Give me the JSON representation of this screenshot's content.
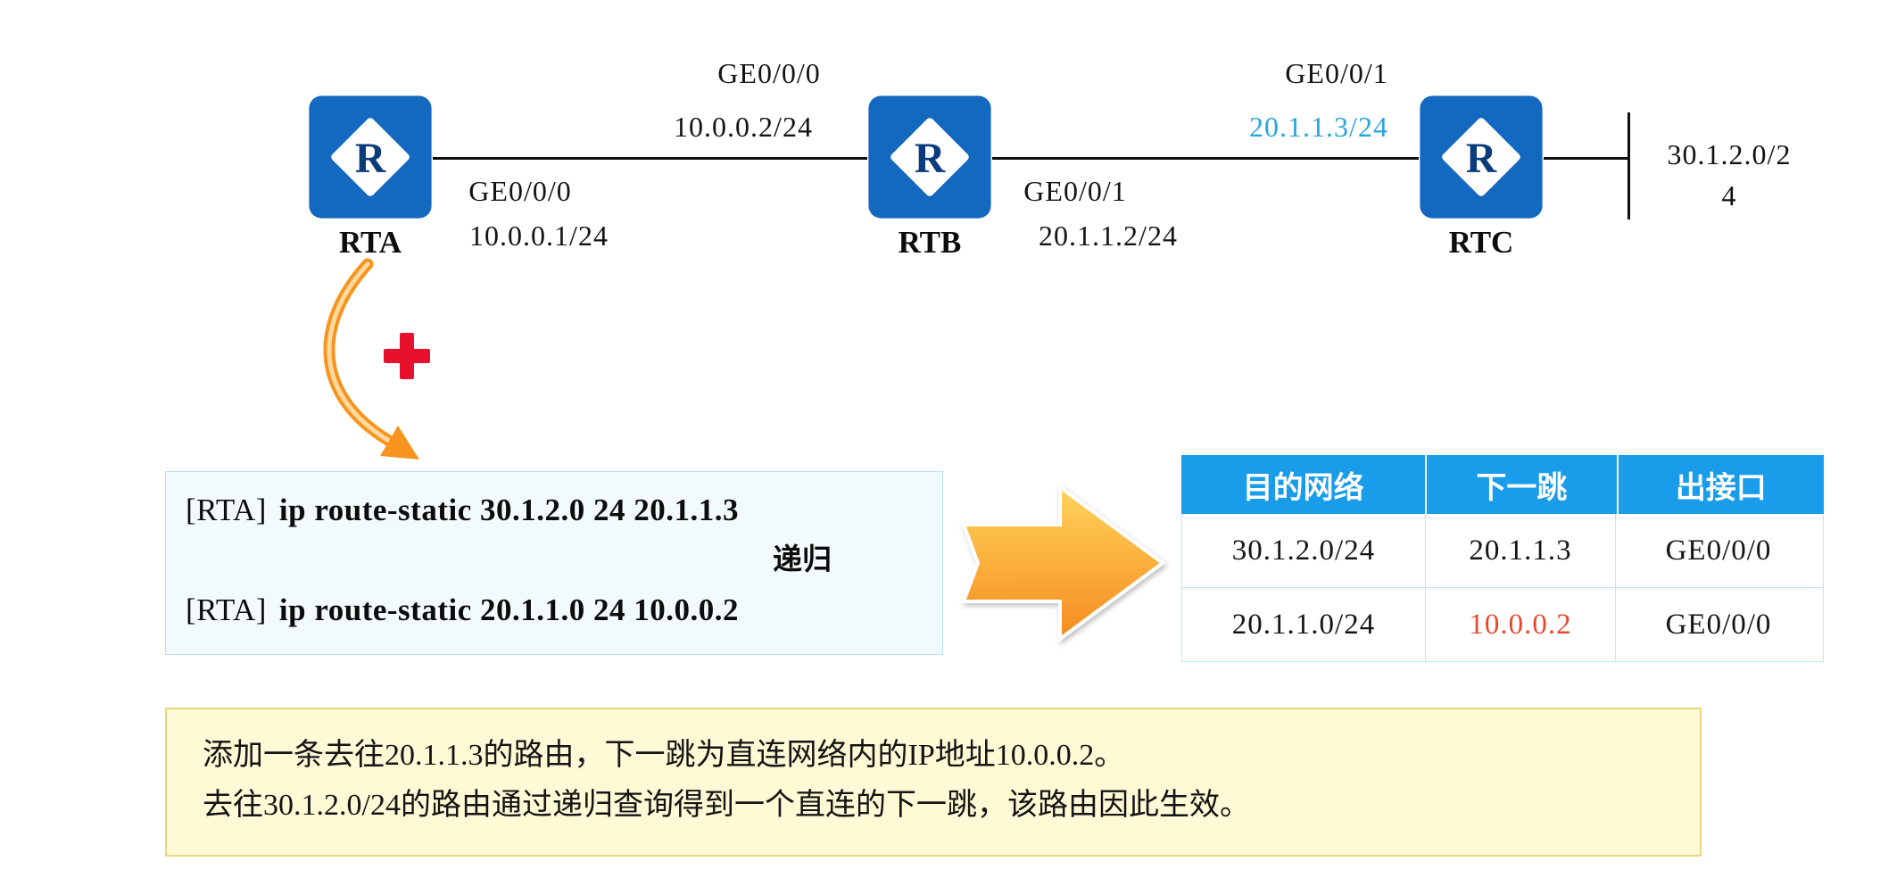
{
  "topology": {
    "router_letter": "R",
    "rta": {
      "name": "RTA",
      "interface": "GE0/0/0",
      "ip": "10.0.0.1/24"
    },
    "rtb": {
      "name": "RTB",
      "interface": "GE0/0/1",
      "ip": "20.1.1.2/24"
    },
    "rtc": {
      "name": "RTC"
    },
    "link_ab": {
      "interface": "GE0/0/0",
      "ip": "10.0.0.2/24"
    },
    "link_bc": {
      "interface": "GE0/0/1",
      "ip": "20.1.1.3/24"
    },
    "stub_network": {
      "full": "30.1.2.0/24",
      "line1": "30.1.2.0/2",
      "line2": "4"
    }
  },
  "cli": {
    "line1": {
      "prefix": "[RTA]",
      "command": "ip route-static 30.1.2.0 24 20.1.1.3"
    },
    "line2": {
      "prefix": "[RTA]",
      "command": "ip route-static 20.1.1.0 24 10.0.0.2"
    },
    "recursion_label": "递归"
  },
  "routing_table": {
    "headers": [
      "目的网络",
      "下一跳",
      "出接口"
    ],
    "rows": [
      {
        "destination": "30.1.2.0/24",
        "next_hop": "20.1.1.3",
        "out_interface": "GE0/0/0"
      },
      {
        "destination": "20.1.1.0/24",
        "next_hop": "10.0.0.2",
        "out_interface": "GE0/0/0"
      }
    ]
  },
  "note": {
    "line1": "添加一条去往20.1.1.3的路由，下一跳为直连网络内的IP地址10.0.0.2。",
    "line2": "去往30.1.2.0/24的路由通过递归查询得到一个直连的下一跳，该路由因此生效。"
  },
  "colors": {
    "router_blue": "#1368BF",
    "highlight_blue": "#2BA3DC",
    "table_header_blue": "#199CE9",
    "alert_red": "#E64A2E",
    "arrow_orange": "#F7941E",
    "note_yellow_bg": "#FFF9D6"
  }
}
